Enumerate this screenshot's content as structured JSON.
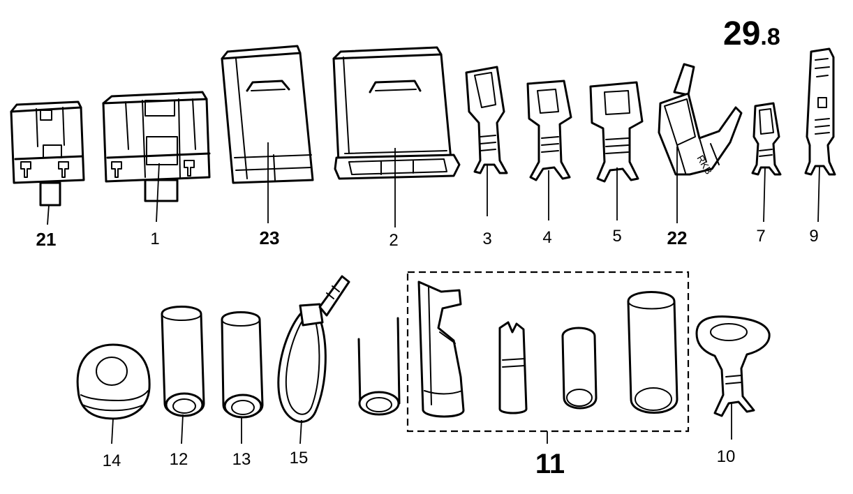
{
  "page_number": {
    "main": "29",
    "sub": ".8"
  },
  "group_label": "11",
  "callouts": {
    "p21": "21",
    "p1": "1",
    "p23": "23",
    "p2": "2",
    "p3": "3",
    "p4": "4",
    "p5": "5",
    "p22": "22",
    "p7": "7",
    "p9": "9",
    "p14": "14",
    "p12": "12",
    "p13": "13",
    "p15": "15",
    "p10": "10"
  }
}
